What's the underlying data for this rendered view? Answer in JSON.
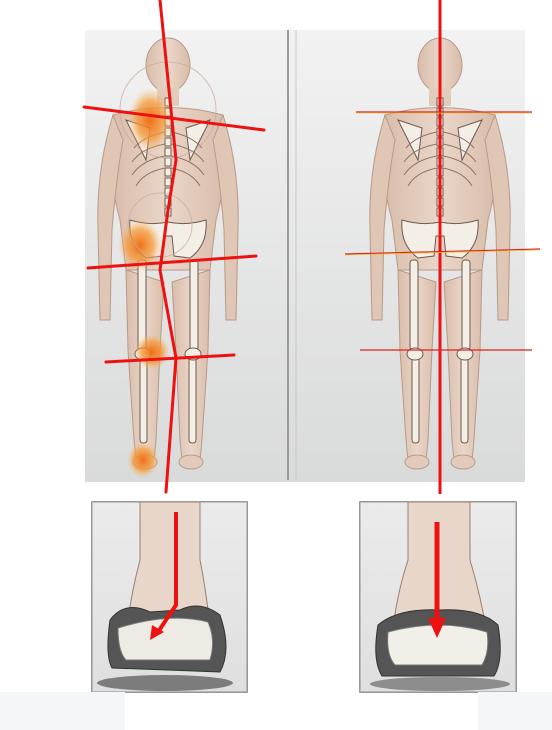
{
  "image": {
    "description_note": "",
    "colors": {
      "background": "#ffffff",
      "panel": "#e9eaea",
      "skin": "#e3cbbb",
      "skin_shadow": "#c9aa98",
      "bone": "#f4efe6",
      "bone_line": "#6b5a4e",
      "pain_highlight": "#f08a25",
      "alignment_line": "#ee1111",
      "level_line": "#e8c21a",
      "panel_border": "#777777",
      "shoe": "#555555"
    },
    "icons": {
      "left_figure": "posture-misaligned-figure",
      "right_figure": "posture-aligned-figure",
      "left_foot": "heel-pronated-foot",
      "right_foot": "heel-neutral-foot",
      "arrow": "downward-arrow-icon"
    }
  }
}
